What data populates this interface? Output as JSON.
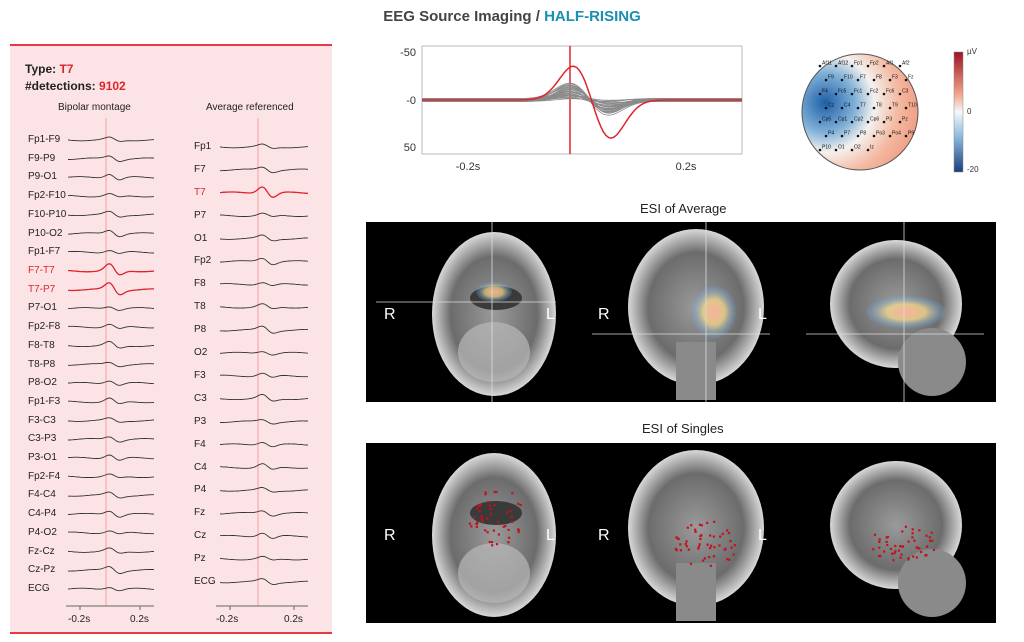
{
  "header": {
    "title_prefix": "EEG Source Imaging / ",
    "title_accent": "HALF-RISING"
  },
  "left_panel": {
    "type_label": "Type: ",
    "type_value": "T7",
    "detections_label": "#detections: ",
    "detections_value": "9102",
    "bipolar_title": "Bipolar montage",
    "average_title": "Average referenced",
    "bipolar_channels": [
      "Fp1-F9",
      "F9-P9",
      "P9-O1",
      "Fp2-F10",
      "F10-P10",
      "P10-O2",
      "Fp1-F7",
      "F7-T7",
      "T7-P7",
      "P7-O1",
      "Fp2-F8",
      "F8-T8",
      "T8-P8",
      "P8-O2",
      "Fp1-F3",
      "F3-C3",
      "C3-P3",
      "P3-O1",
      "Fp2-F4",
      "F4-C4",
      "C4-P4",
      "P4-O2",
      "Fz-Cz",
      "Cz-Pz",
      "ECG"
    ],
    "bipolar_highlight": [
      "F7-T7",
      "T7-P7"
    ],
    "average_channels": [
      "Fp1",
      "F7",
      "T7",
      "P7",
      "O1",
      "Fp2",
      "F8",
      "T8",
      "P8",
      "O2",
      "F3",
      "C3",
      "P3",
      "F4",
      "C4",
      "P4",
      "Fz",
      "Cz",
      "Pz",
      "ECG"
    ],
    "average_highlight": [
      "T7"
    ],
    "x_ticks": [
      "-0.2s",
      "0.2s"
    ]
  },
  "butterfly": {
    "y_ticks": [
      "-50",
      "-0",
      "50"
    ],
    "x_ticks": [
      "-0.2s",
      "0.2s"
    ]
  },
  "topomap": {
    "colorbar_ticks": [
      "µV",
      "0",
      "-20"
    ],
    "electrodes": [
      "Af11",
      "Af12",
      "Fp1",
      "Fp2",
      "Af1",
      "Af2",
      "F9",
      "F10",
      "F7",
      "F8",
      "F3",
      "Fz",
      "F4",
      "Fc5",
      "Fc1",
      "Fc2",
      "Fc6",
      "C3",
      "Cz",
      "C4",
      "T7",
      "T8",
      "T9",
      "T10",
      "Cp5",
      "Cp1",
      "Cp2",
      "Cp6",
      "P3",
      "Pz",
      "P4",
      "P7",
      "P8",
      "Po3",
      "Po4",
      "P9",
      "P10",
      "O1",
      "O2",
      "Iz"
    ]
  },
  "esi_average": {
    "title": "ESI of Average",
    "right_label": "R",
    "left_label": "L"
  },
  "esi_singles": {
    "title": "ESI of Singles",
    "right_label": "R",
    "left_label": "L"
  },
  "colors": {
    "accent": "#1a8fb0",
    "highlight": "#e0242b",
    "panel_bg": "#fce3e5"
  }
}
